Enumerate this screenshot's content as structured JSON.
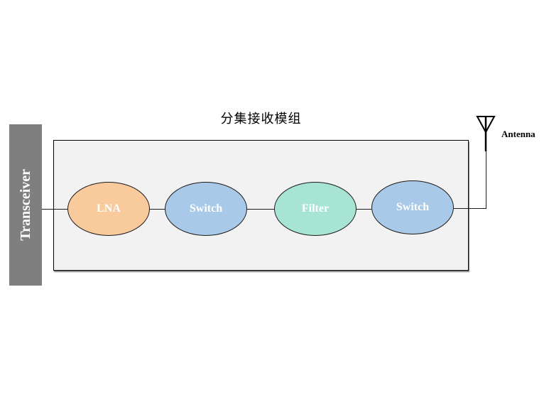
{
  "diagram": {
    "title": "分集接收模组",
    "transceiver_label": "Transceiver",
    "antenna_label": "Antenna",
    "nodes": [
      {
        "label": "LNA",
        "fill": "#F8CA9C"
      },
      {
        "label": "Switch",
        "fill": "#A9C9E8"
      },
      {
        "label": "Filter",
        "fill": "#A8E4D4"
      },
      {
        "label": "Switch",
        "fill": "#A9C9E8"
      }
    ],
    "colors": {
      "module_box_fill": "#F2F2F2",
      "transceiver_bar_fill": "#7F7F7F",
      "wire": "#1A1A1A",
      "node_label_text": "#FFFFFF",
      "title_text": "#000000"
    }
  }
}
